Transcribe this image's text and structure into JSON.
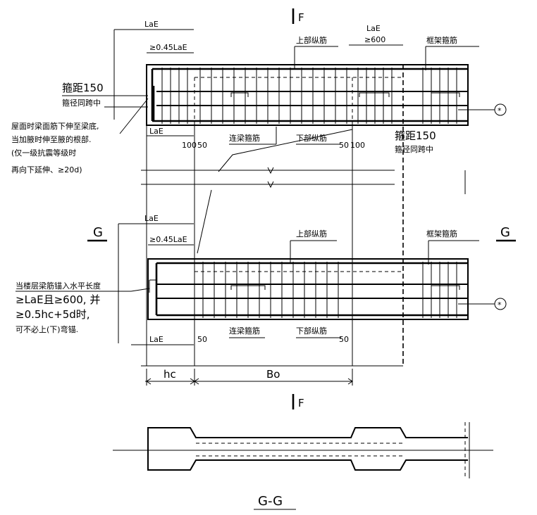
{
  "labels": {
    "section_mark_f": "F",
    "section_mark_g": "G",
    "section_title": "G-G",
    "lae": "LaE",
    "lae_045": "≥0.45LaE",
    "lae_600": "≥600",
    "top_long_bar": "上部纵筋",
    "bottom_long_bar": "下部纵筋",
    "frame_stirrup": "框架箍筋",
    "coupling_stirrup": "连梁箍筋",
    "stirrup_spacing": "箍距150",
    "stirrup_diameter": "箍径同跨中",
    "note_roof_1": "屋面时梁面筋下伸至梁底,",
    "note_roof_2": "当加腋时伸至腋的根部.",
    "note_roof_3": "(仅一级抗震等级时",
    "note_roof_4": "再向下延伸、≥20d)",
    "note_floor_1": "当楼层梁筋锚入水平长度",
    "note_floor_2": "≥LaE且≥600, 并",
    "note_floor_3": "≥0.5hc+5d时,",
    "note_floor_4": "可不必上(下)弯锚.",
    "dim_100": "100",
    "dim_50": "50",
    "dim_hc": "hc",
    "dim_bo": "Bo",
    "callout_star": "*"
  }
}
